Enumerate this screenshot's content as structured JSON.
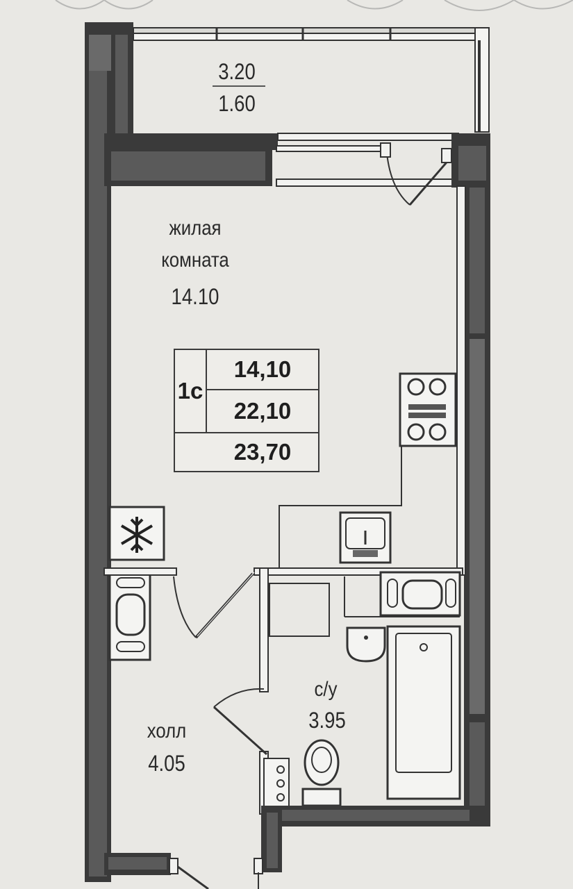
{
  "balcony": {
    "length": "3.20",
    "area": "1.60"
  },
  "rooms": {
    "living": {
      "name_line1": "жилая",
      "name_line2": "комната",
      "area": "14.10"
    },
    "bathroom": {
      "name": "с/у",
      "area": "3.95"
    },
    "hall": {
      "name": "холл",
      "area": "4.05"
    }
  },
  "legend": {
    "type": "1с",
    "living_area": "14,10",
    "total_area": "22,10",
    "total_with_balcony": "23,70"
  },
  "colors": {
    "wall": "#3c3c3c",
    "wall_fill": "#555555",
    "background": "#e9e8e4"
  }
}
